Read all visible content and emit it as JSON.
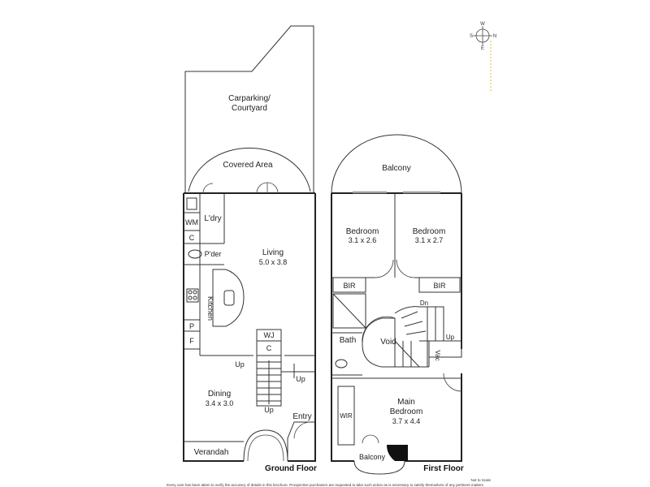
{
  "ground_floor": {
    "carparking_line1": "Carparking/",
    "carparking_line2": "Courtyard",
    "covered_area": "Covered Area",
    "laundry": "L'dry",
    "wm": "WM",
    "c_left": "C",
    "powder": "P'der",
    "kitchen": "Kitchen",
    "pantry": "P",
    "fridge": "F",
    "living": "Living",
    "living_dims": "5.0 x 3.8",
    "wj": "WJ",
    "c_center": "C",
    "up_mid": "Up",
    "up_right": "Up",
    "up_stair": "Up",
    "dining": "Dining",
    "dining_dims": "3.4 x 3.0",
    "entry": "Entry",
    "verandah": "Verandah",
    "floor_label": "Ground Floor"
  },
  "first_floor": {
    "balcony_top": "Balcony",
    "bedroom_left": "Bedroom",
    "bedroom_left_dims": "3.1 x 2.6",
    "bedroom_right": "Bedroom",
    "bedroom_right_dims": "3.1 x 2.7",
    "bir_left": "BIR",
    "bir_right": "BIR",
    "dn": "Dn",
    "bath": "Bath",
    "void": "Void",
    "up": "Up",
    "vac": "Vac",
    "wir": "WIR",
    "main_bedroom_line1": "Main",
    "main_bedroom_line2": "Bedroom",
    "main_bedroom_dims": "3.7 x 4.4",
    "balcony_bottom": "Balcony",
    "floor_label": "First Floor"
  },
  "compass": {
    "w": "W",
    "s": "S",
    "n": "N",
    "e": "E"
  },
  "footer": {
    "not_to_scale": "Not to Scale",
    "disclaimer": "Every care has been taken to verify the accuracy of details in this brochure. Prospective purchasers are requested to take such action as is necessary to satisfy themselves of any pertinent matters"
  }
}
